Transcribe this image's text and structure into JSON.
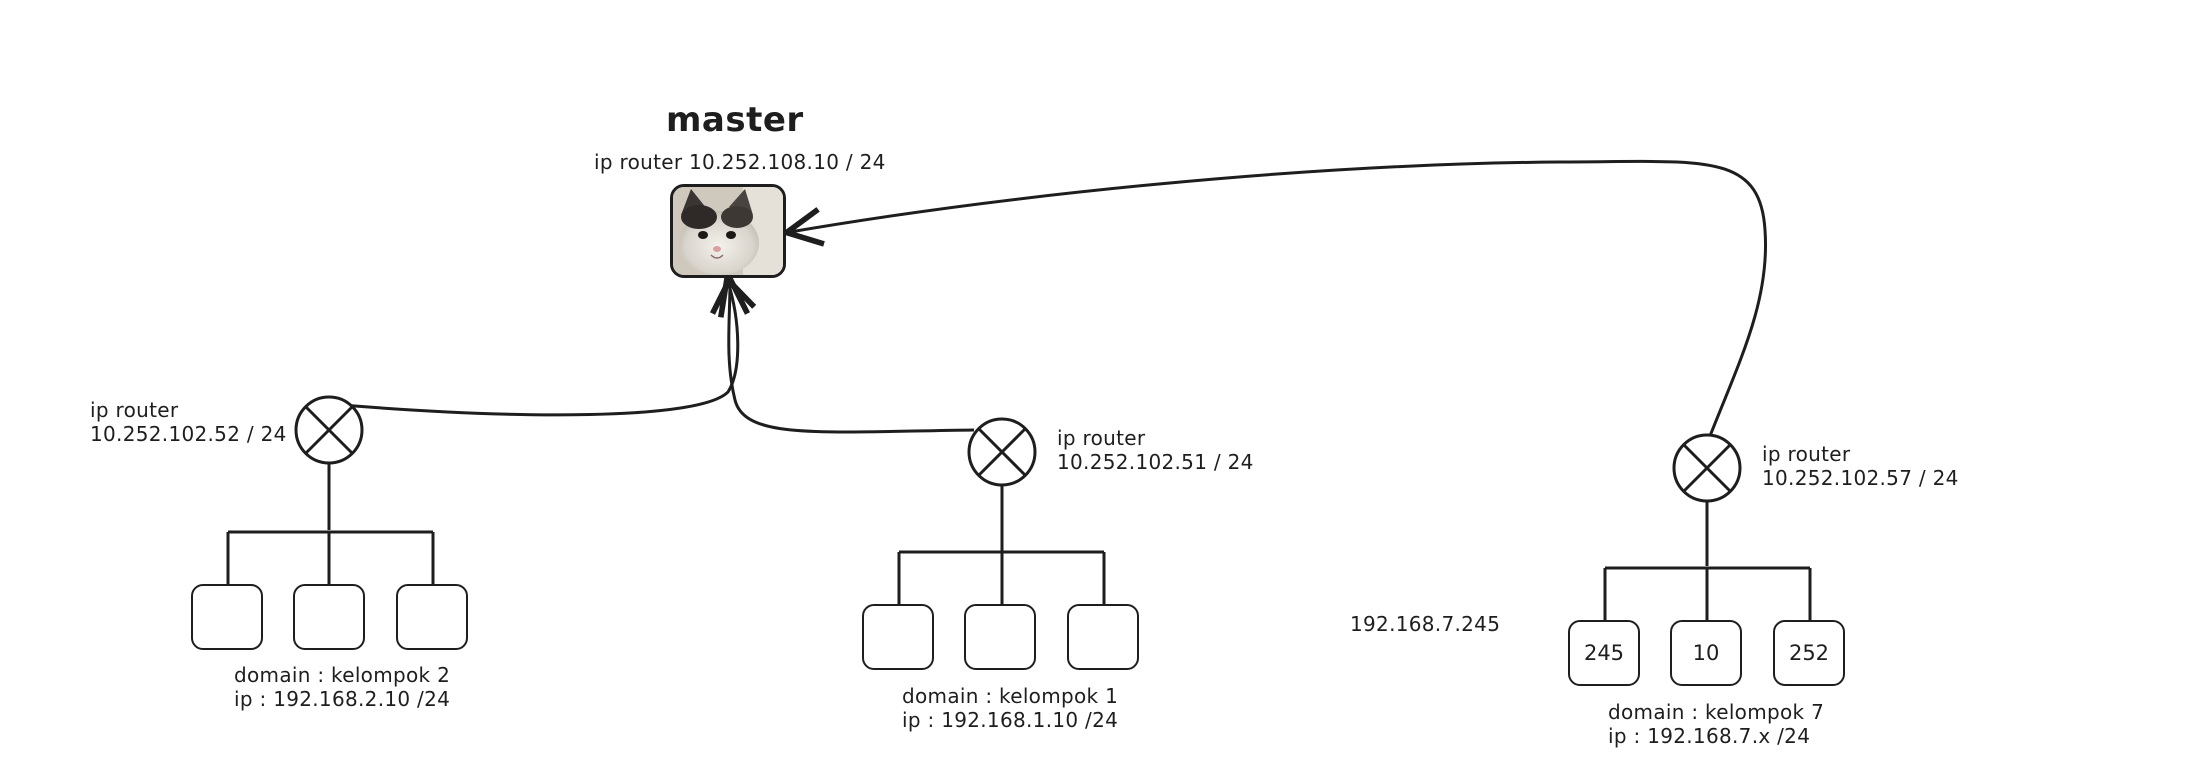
{
  "master": {
    "title": "master",
    "router_label": "ip router 10.252.108.10 / 24"
  },
  "routers": [
    {
      "label_line1": "ip router",
      "label_line2": "10.252.102.52 / 24"
    },
    {
      "label_line1": "ip router",
      "label_line2": "10.252.102.51 / 24"
    },
    {
      "label_line1": "ip router",
      "label_line2": "10.252.102.57 / 24"
    }
  ],
  "groups": [
    {
      "domain": "domain : kelompok 2",
      "ip": "ip : 192.168.2.10 /24",
      "nodes": [
        "",
        "",
        ""
      ]
    },
    {
      "domain": "domain : kelompok 1",
      "ip": "ip : 192.168.1.10 /24",
      "nodes": [
        "",
        "",
        ""
      ]
    },
    {
      "domain": "domain : kelompok 7",
      "ip": "ip : 192.168.7.x /24",
      "nodes": [
        "245",
        "10",
        "252"
      ]
    }
  ],
  "floating_text": "192.168.7.245",
  "colors": {
    "stroke": "#1e1e1e",
    "background": "#ffffff"
  },
  "icons": {
    "router": "router-cross-icon",
    "master": "cat-photo"
  }
}
